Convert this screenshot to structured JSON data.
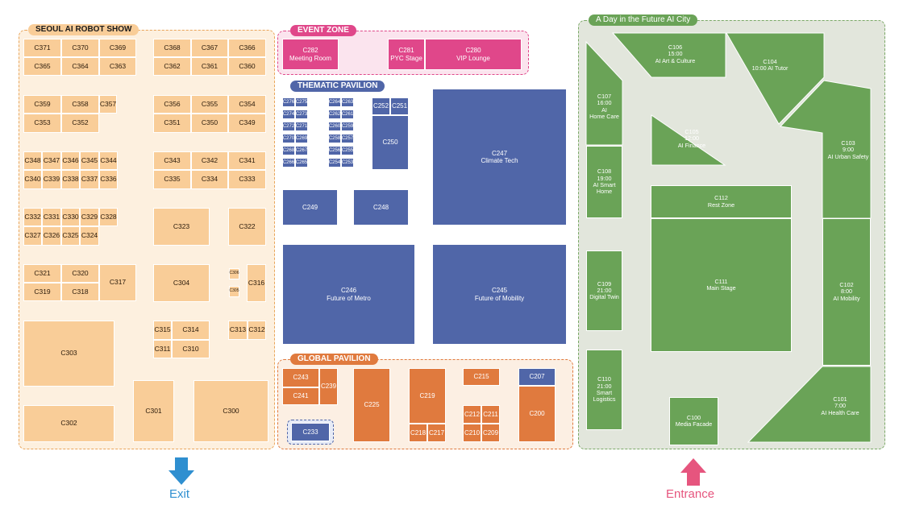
{
  "zones": {
    "seoul": "SEOUL AI ROBOT SHOW",
    "event": "EVENT ZONE",
    "thematic": "THEMATIC PAVILION",
    "global": "GLOBAL PAVILION",
    "future": "A Day in the Future AI City"
  },
  "seoul_booths": {
    "c371": "C371",
    "c370": "C370",
    "c369": "C369",
    "c365": "C365",
    "c364": "C364",
    "c363": "C363",
    "c368": "C368",
    "c367": "C367",
    "c366": "C366",
    "c362": "C362",
    "c361": "C361",
    "c360": "C360",
    "c359": "C359",
    "c358": "C358",
    "c357": "C357",
    "c353": "C353",
    "c352": "C352",
    "c356": "C356",
    "c355": "C355",
    "c354": "C354",
    "c351": "C351",
    "c350": "C350",
    "c349": "C349",
    "c348": "C348",
    "c347": "C347",
    "c346": "C346",
    "c345": "C345",
    "c344": "C344",
    "c340": "C340",
    "c339": "C339",
    "c338": "C338",
    "c337": "C337",
    "c336": "C336",
    "c343": "C343",
    "c342": "C342",
    "c341": "C341",
    "c335": "C335",
    "c334": "C334",
    "c333": "C333",
    "c332": "C332",
    "c331": "C331",
    "c330": "C330",
    "c329": "C329",
    "c328": "C328",
    "c327": "C327",
    "c326": "C326",
    "c325": "C325",
    "c324": "C324",
    "c323": "C323",
    "c322": "C322",
    "c321": "C321",
    "c320": "C320",
    "c319": "C319",
    "c318": "C318",
    "c317": "C317",
    "c304": "C304",
    "c306": "C306",
    "c305": "C305",
    "c316": "C316",
    "c315": "C315",
    "c314": "C314",
    "c311": "C311",
    "c310": "C310",
    "c313": "C313",
    "c312": "C312",
    "c303": "C303",
    "c302": "C302",
    "c301": "C301",
    "c300": "C300"
  },
  "event_booths": {
    "c282": {
      "id": "C282",
      "desc": "Meeting Room"
    },
    "c281": {
      "id": "C281",
      "desc": "PYC Stage"
    },
    "c280": {
      "id": "C280",
      "desc": "VIP Lounge"
    }
  },
  "thematic_booths": {
    "small": [
      "C276",
      "C275",
      "C274",
      "C273",
      "C272",
      "C271",
      "C270",
      "C269",
      "C268",
      "C267",
      "C266",
      "C265"
    ],
    "small2": [
      "C264",
      "C263",
      "C262",
      "C261",
      "C260",
      "C259",
      "C258",
      "C257",
      "C256",
      "C255",
      "C254",
      "C253"
    ],
    "c252": "C252",
    "c251": "C251",
    "c250": "C250",
    "c249": "C249",
    "c248": "C248",
    "c247": {
      "id": "C247",
      "desc": "Climate Tech"
    },
    "c246": {
      "id": "C246",
      "desc": "Future of Metro"
    },
    "c245": {
      "id": "C245",
      "desc": "Future of Mobility"
    }
  },
  "global_booths": {
    "c243": "C243",
    "c241": "C241",
    "c239": "C239",
    "c233": "C233",
    "c225": "C225",
    "c219": "C219",
    "c218": "C218",
    "c217": "C217",
    "c215": "C215",
    "c212": "C212",
    "c211": "C211",
    "c210": "C210",
    "c209": "C209",
    "c207": "C207",
    "c200": "C200"
  },
  "future_booths": {
    "c106": {
      "id": "C106",
      "time": "15:00",
      "desc": "AI Art & Culture"
    },
    "c104": {
      "id": "C104",
      "time": "10:00  AI Tutor"
    },
    "c107": {
      "id": "C107",
      "time": "16:00",
      "desc": "AI",
      "desc2": "Home Care"
    },
    "c105": {
      "id": "C105",
      "time": "12:00",
      "desc": "AI Finance"
    },
    "c103": {
      "id": "C103",
      "time": "9:00",
      "desc": "AI Urban Safety"
    },
    "c108": {
      "id": "C108",
      "time": "19:00",
      "desc": "AI Smart",
      "desc2": "Home"
    },
    "c112": {
      "id": "C112",
      "desc": "Rest Zone"
    },
    "c111": {
      "id": "C111",
      "desc": "Main Stage"
    },
    "c109": {
      "id": "C109",
      "time": "21:00",
      "desc": "Digital Twin"
    },
    "c102": {
      "id": "C102",
      "time": "8:00",
      "desc": "AI Mobility"
    },
    "c110": {
      "id": "C110",
      "time": "21:00",
      "desc": "Smart",
      "desc2": "Logistics"
    },
    "c100": {
      "id": "C100",
      "desc": "Media Facade"
    },
    "c101": {
      "id": "C101",
      "time": "7:00",
      "desc": "AI Health Care"
    }
  },
  "directions": {
    "exit": "Exit",
    "entrance": "Entrance"
  },
  "colors": {
    "seoul": "#f9cd98",
    "thematic": "#5066a8",
    "global": "#e07a3e",
    "event": "#e0478a",
    "future": "#6aa357",
    "exit_arrow": "#2f8fd0",
    "entrance_arrow": "#e6557e"
  }
}
